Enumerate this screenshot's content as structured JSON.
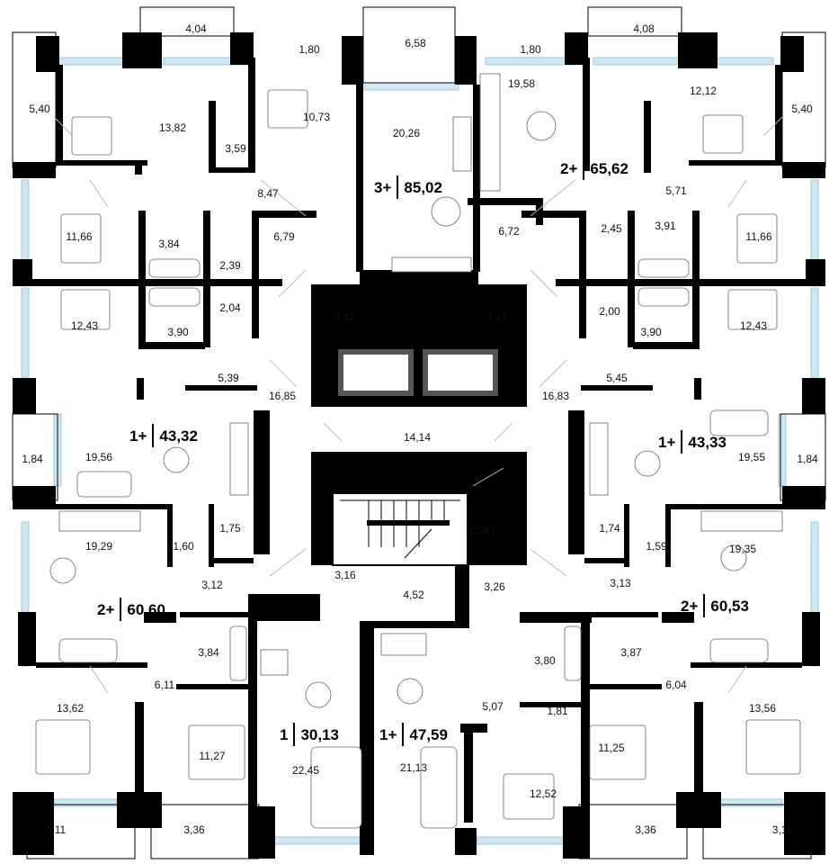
{
  "apartments": [
    {
      "rooms": "3+",
      "area": "85,02"
    },
    {
      "rooms": "2+",
      "area": "65,62"
    },
    {
      "rooms": "1+",
      "area": "43,32"
    },
    {
      "rooms": "1+",
      "area": "43,33"
    },
    {
      "rooms": "2+",
      "area": "60,60"
    },
    {
      "rooms": "2+",
      "area": "60,53"
    },
    {
      "rooms": "1",
      "area": "30,13"
    },
    {
      "rooms": "1+",
      "area": "47,59"
    }
  ],
  "room_areas": [
    "4,04",
    "1,80",
    "6,58",
    "1,80",
    "4,08",
    "5,40",
    "13,82",
    "10,73",
    "3,59",
    "20,26",
    "19,58",
    "12,12",
    "5,40",
    "8,47",
    "5,71",
    "11,66",
    "3,84",
    "2,39",
    "6,79",
    "6,72",
    "2,45",
    "3,91",
    "11,66",
    "12,43",
    "2,04",
    "3,90",
    "3,47",
    "3,47",
    "2,00",
    "3,90",
    "12,43",
    "5,39",
    "16,85",
    "16,83",
    "5,45",
    "14,14",
    "1,84",
    "19,56",
    "19,55",
    "1,84",
    "12,93",
    "19,29",
    "1,75",
    "1,60",
    "1,74",
    "1,59",
    "19,35",
    "3,12",
    "3,16",
    "4,52",
    "3,26",
    "3,13",
    "3,84",
    "3,80",
    "3,87",
    "6,11",
    "6,04",
    "5,07",
    "13,62",
    "11,27",
    "1,81",
    "11,25",
    "13,56",
    "22,45",
    "21,13",
    "12,52",
    "3,11",
    "3,36",
    "3,36",
    "3,11"
  ]
}
